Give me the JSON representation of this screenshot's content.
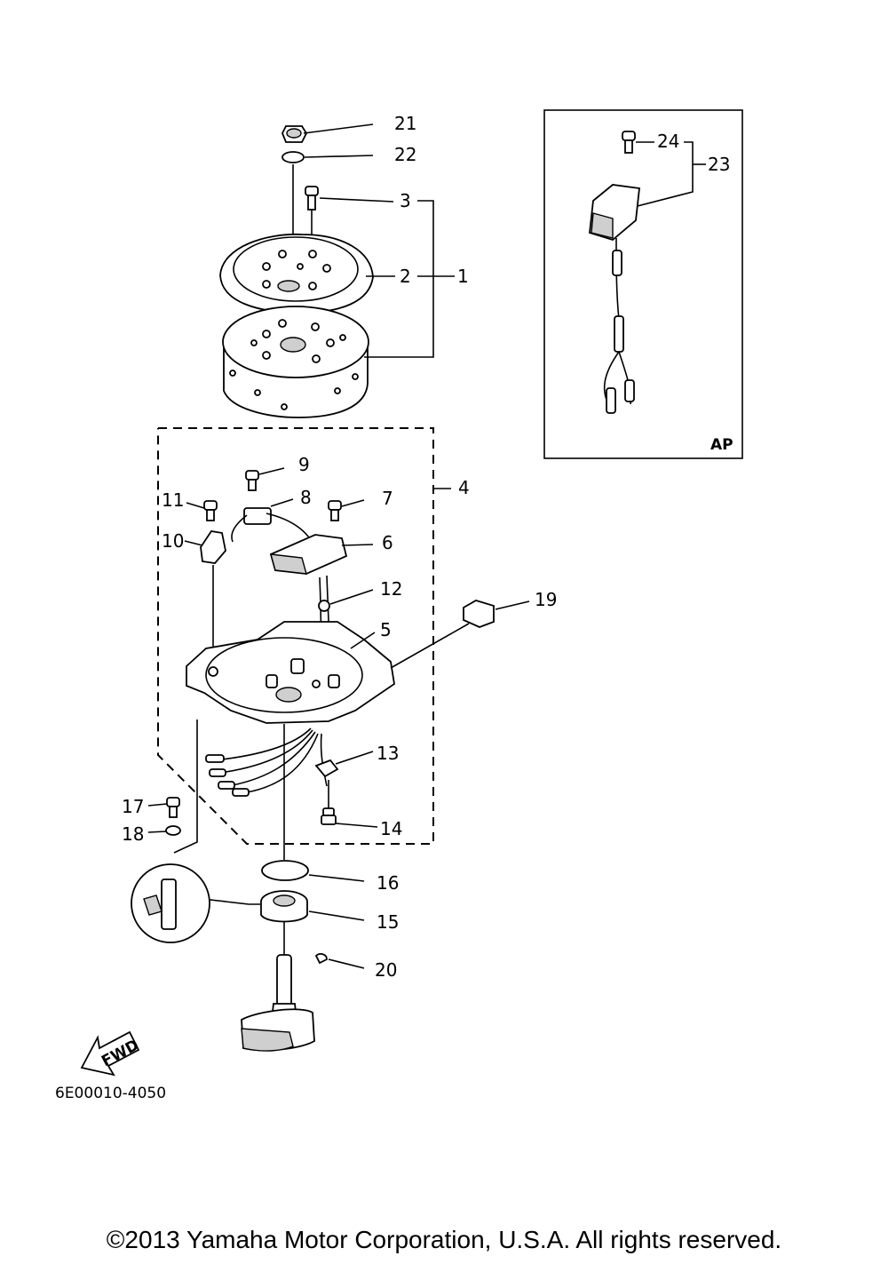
{
  "callouts": [
    "21",
    "22",
    "3",
    "2",
    "1",
    "24",
    "23",
    "9",
    "4",
    "11",
    "8",
    "7",
    "10",
    "6",
    "12",
    "19",
    "5",
    "13",
    "17",
    "18",
    "14",
    "16",
    "15",
    "20"
  ],
  "inset_tag": "AP",
  "fwd_label": "FWD",
  "diagram_code": "6E00010-4050",
  "copyright": "©2013 Yamaha Motor Corporation, U.S.A. All rights reserved."
}
